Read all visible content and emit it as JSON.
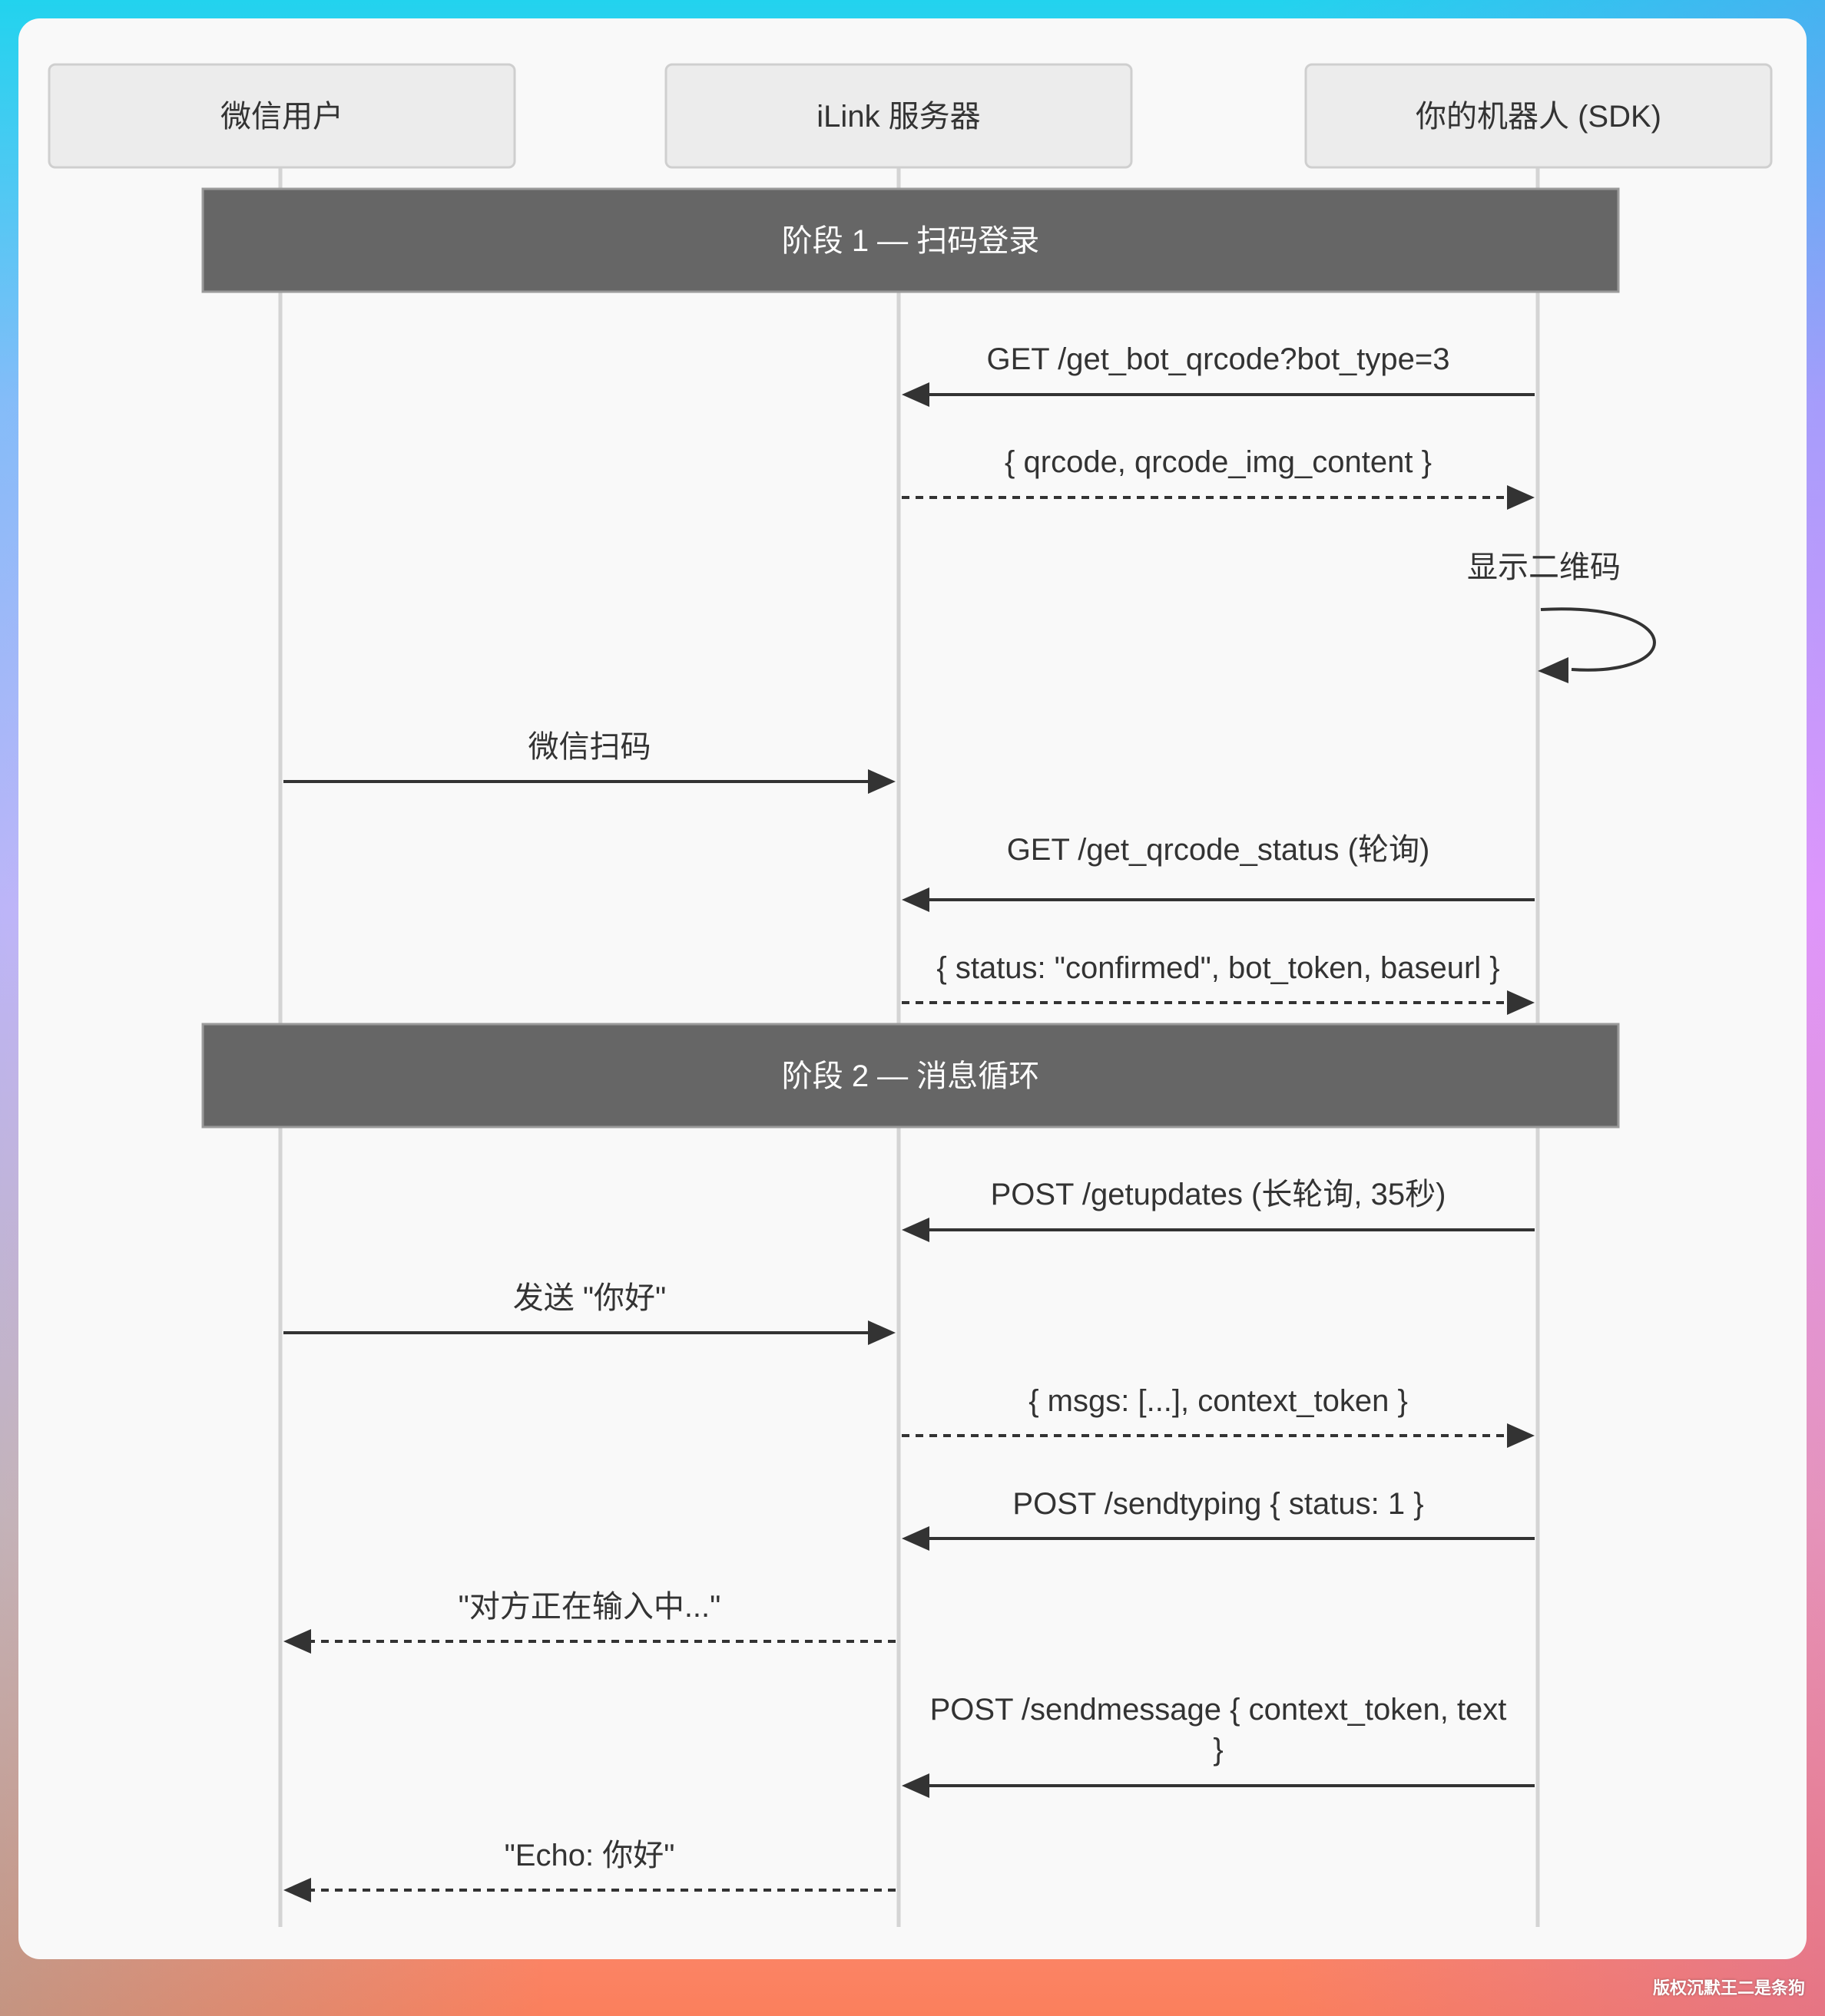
{
  "participants": [
    {
      "label": "微信用户"
    },
    {
      "label": "iLink 服务器"
    },
    {
      "label": "你的机器人 (SDK)"
    }
  ],
  "phases": [
    {
      "label": "阶段 1 — 扫码登录"
    },
    {
      "label": "阶段 2 — 消息循环"
    }
  ],
  "messages": [
    {
      "from": 2,
      "to": 1,
      "style": "solid",
      "label": "GET /get_bot_qrcode?bot_type=3"
    },
    {
      "from": 1,
      "to": 2,
      "style": "dashed",
      "label": "{ qrcode, qrcode_img_content }"
    },
    {
      "from": 2,
      "to": 2,
      "style": "self",
      "label": "显示二维码"
    },
    {
      "from": 0,
      "to": 1,
      "style": "solid",
      "label": "微信扫码"
    },
    {
      "from": 2,
      "to": 1,
      "style": "solid",
      "label": "GET /get_qrcode_status (轮询)"
    },
    {
      "from": 1,
      "to": 2,
      "style": "dashed",
      "label": "{ status: \"confirmed\", bot_token, baseurl }"
    },
    {
      "from": 2,
      "to": 1,
      "style": "solid",
      "label": "POST /getupdates (长轮询, 35秒)"
    },
    {
      "from": 0,
      "to": 1,
      "style": "solid",
      "label": "发送 \"你好\""
    },
    {
      "from": 1,
      "to": 2,
      "style": "dashed",
      "label": "{ msgs: [...], context_token }"
    },
    {
      "from": 2,
      "to": 1,
      "style": "solid",
      "label": "POST /sendtyping { status: 1 }"
    },
    {
      "from": 1,
      "to": 0,
      "style": "dashed",
      "label": "\"对方正在输入中...\""
    },
    {
      "from": 2,
      "to": 1,
      "style": "solid",
      "label": "POST /sendmessage { context_token, text }",
      "label_lines": [
        "POST /sendmessage { context_token, text",
        "}"
      ]
    },
    {
      "from": 1,
      "to": 0,
      "style": "dashed",
      "label": "\"Echo: 你好\""
    }
  ],
  "watermark": "版权沉默王二是条狗",
  "colors": {
    "participant_fill": "#ececec",
    "participant_border": "#cfcfcf",
    "phase_fill": "#666666",
    "lifeline": "#d4d4d4",
    "arrow": "#333333",
    "text": "#333333"
  }
}
